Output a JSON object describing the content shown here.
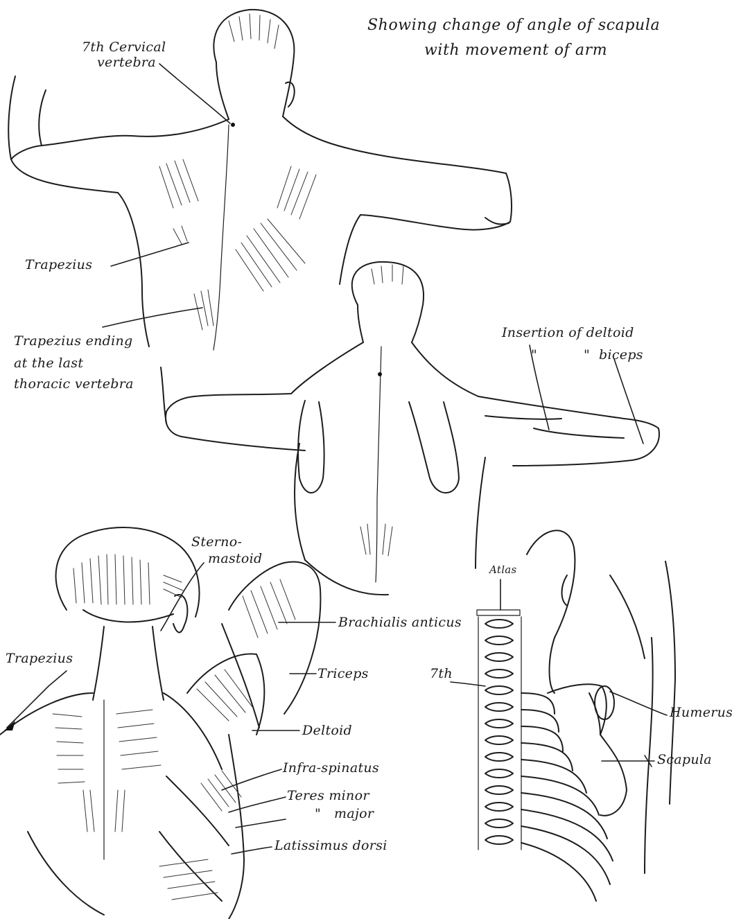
{
  "title": {
    "line1": "Showing change of angle of scapula",
    "line2": "with movement of arm"
  },
  "labels": {
    "seventh_cervical_a": "7th Cervical",
    "seventh_cervical_b": "vertebra",
    "trapezius_top": "Trapezius",
    "trapezius_ending_a": "Trapezius ending",
    "trapezius_ending_b": "at the last",
    "trapezius_ending_c": "thoracic vertebra",
    "insertion_deltoid": "Insertion of deltoid",
    "ditto_1": "\"",
    "ditto_2": "\"",
    "biceps": "biceps",
    "sterno_a": "Sterno-",
    "sterno_b": "mastoid",
    "brachialis": "Brachialis anticus",
    "trapezius_bottom": "Trapezius",
    "triceps": "Triceps",
    "deltoid": "Deltoid",
    "infra_spinatus": "Infra-spinatus",
    "teres_minor": "Teres minor",
    "teres_major_ditto": "\"",
    "teres_major": "major",
    "latissimus": "Latissimus dorsi",
    "atlas": "Atlas",
    "seventh": "7th",
    "humerus": "Humerus",
    "scapula": "Scapula"
  }
}
